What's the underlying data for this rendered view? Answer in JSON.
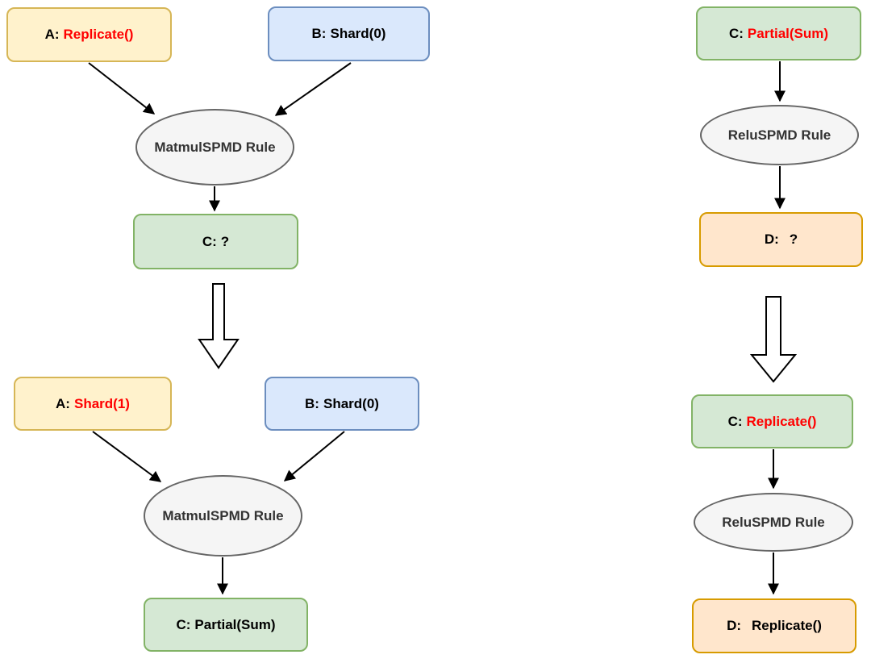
{
  "palette": {
    "tensor_a": {
      "fill": "#fff2cc",
      "border": "#d6b656"
    },
    "tensor_b": {
      "fill": "#dae8fc",
      "border": "#6c8ebf"
    },
    "tensor_c": {
      "fill": "#d5e8d4",
      "border": "#82b366"
    },
    "tensor_d": {
      "fill": "#ffe6cc",
      "border": "#d79b00"
    },
    "rule": {
      "fill": "#f5f5f5",
      "border": "#666666",
      "text": "#333333"
    },
    "highlight": "#ff0000",
    "text": "#000000",
    "arrow": "#000000"
  },
  "matmul_before": {
    "a": {
      "prefix": "A:",
      "value": "Replicate()",
      "value_color": "#ff0000"
    },
    "b": {
      "prefix": "B:",
      "value": "Shard(0)",
      "value_color": "#000000"
    },
    "rule": "MatmulSPMD Rule",
    "c": {
      "prefix": "C:",
      "value": "?",
      "value_color": "#000000"
    }
  },
  "matmul_after": {
    "a": {
      "prefix": "A:",
      "value": "Shard(1)",
      "value_color": "#ff0000"
    },
    "b": {
      "prefix": "B:",
      "value": "Shard(0)",
      "value_color": "#000000"
    },
    "rule": "MatmulSPMD Rule",
    "c": {
      "prefix": "C:",
      "value": "Partial(Sum)",
      "value_color": "#000000"
    }
  },
  "relu_before": {
    "c": {
      "prefix": "C:",
      "value": "Partial(Sum)",
      "value_color": "#ff0000"
    },
    "rule": "ReluSPMD Rule",
    "d": {
      "prefix": "D:",
      "value": "?",
      "value_color": "#000000"
    }
  },
  "relu_after": {
    "c": {
      "prefix": "C:",
      "value": "Replicate()",
      "value_color": "#ff0000"
    },
    "rule": "ReluSPMD Rule",
    "d": {
      "prefix": "D:",
      "value": "Replicate()",
      "value_color": "#000000"
    }
  }
}
